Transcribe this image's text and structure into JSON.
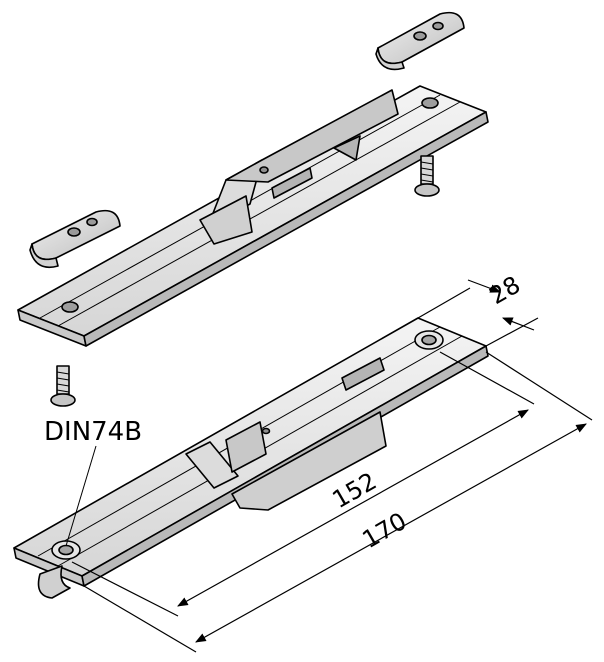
{
  "labels": {
    "screw_standard": "DIN74B"
  },
  "dimensions": {
    "width": "28",
    "hole_spacing": "152",
    "overall_length": "170"
  },
  "colors": {
    "part_fill": "#e9e9e9",
    "part_shade": "#cfcfcf",
    "part_dark": "#a8a8a8",
    "line": "#000000"
  }
}
